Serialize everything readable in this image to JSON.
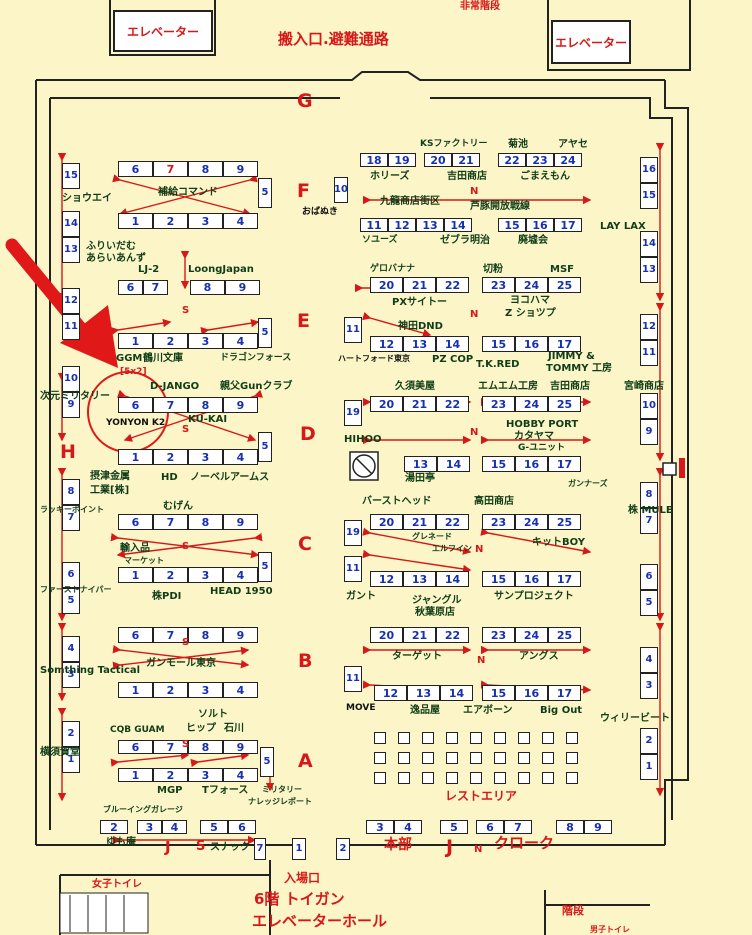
{
  "top": {
    "elevator_left": "エレベーター",
    "elevator_right": "エレベーター",
    "loading_route": "搬入口.避難通路",
    "emergency_stairs": "非常階段"
  },
  "aisles": [
    "G",
    "F",
    "E",
    "D",
    "C",
    "B",
    "A",
    "H",
    "J",
    "J",
    "S"
  ],
  "n_mark": "N",
  "circle_label": "YONYON K2",
  "circle_sub": "[5x2]",
  "labels": {
    "ks_factory": "KSファクトリー",
    "kikuchi": "菊池",
    "ayase": "アヤセ",
    "hollies": "ホリーズ",
    "yoshida1": "吉田商店",
    "gomaemon": "ごまえもん",
    "obahanuki": "おばぬき",
    "kuryu": "九龍商店街区",
    "ashiyoshi": "芦豚開放戦線",
    "soods": "ソユーズ",
    "zebra": "ゼブラ明治",
    "haiso": "廃墟会",
    "laylax": "LAY LAX",
    "shouei": "ショウエイ",
    "furiidamu": "ふりいだむ",
    "araianzu": "あらいあんず",
    "hokyu": "補給コマンド",
    "lj2": "LJ-2",
    "loongjapan": "LoongJapan",
    "gerobanabu": "ゲロバナナ",
    "kiriko": "切粉",
    "msf": "MSF",
    "pxsite": "PXサイトー",
    "yokohama": "ヨコハマ",
    "zshop": "Z ショツプ",
    "kanda": "神田DND",
    "hearts": "ハートフォード東京",
    "pzcop": "PZ COP",
    "tkred": "T.K.RED",
    "jimmy": "JIMMY &",
    "tommy": "TOMMY 工房",
    "ggm": "GGM",
    "tsurukawa": "鶴川文庫",
    "dragon": "ドラゴンフォース",
    "django": "D-JANGO",
    "oyaji": "親父Gunクラブ",
    "kukai": "KU-KAI",
    "jigen": "次元ミリタリー",
    "kusubi": "久須美屋",
    "emu": "エムエム工房",
    "yoshida2": "吉田商店",
    "miyazaki": "宮崎商店",
    "hihoo": "HIHOO",
    "hobby": "HOBBY PORT",
    "katayama": "カタヤマ",
    "yuta": "湯田亭",
    "gunit": "G-ユニット",
    "gunners": "ガンナーズ",
    "settsu": "摂津金属",
    "kogyo": "工業[株]",
    "hd": "HD",
    "noble": "ノーベルアームス",
    "lucky": "ラッキーポイント",
    "burst": "バーストヘッド",
    "takada": "高田商店",
    "mule": "株 MULE",
    "mukun": "むげん",
    "grenade": "グレネード",
    "elfin": "エルフイン",
    "kit": "キットBOY",
    "yunyuhin": "輸入品",
    "market": "マーケット",
    "gant": "ガント",
    "jungle": "ジャングル",
    "akiba": "秋葉原店",
    "sunproject": "サンプロジェクト",
    "kabu": "株PDI",
    "head": "HEAD 1950",
    "firstsniper": "ファーストナイパー",
    "gunmore": "ガンモール東京",
    "target": "ターゲット",
    "angus": "アングス",
    "something": "Somthing Tactical",
    "move": "MOVE",
    "ippin": "逸品屋",
    "airborne": "エアボーン",
    "bigout": "Big Out",
    "willy": "ウィリービート",
    "cqb": "CQB GUAM",
    "solt": "ソルト",
    "hip": "ヒップ",
    "ishikawa": "石川",
    "yokosuka": "横須賀堂",
    "mgp": "MGP",
    "tforce": "Tフォース",
    "military": "ミリタリー",
    "nalesh": "ナレッジレポート",
    "blueing": "ブルーイングガレージ",
    "yumoan": "ゆも庵",
    "snack": "スナック",
    "honbu": "本部",
    "cloak": "クローク",
    "rest": "レストエリア",
    "entrance": "入場口",
    "floor": "6階 トイガン",
    "elev_hall": "エレベーターホール",
    "women": "女子トイレ",
    "stairs": "階段",
    "men": "男子トイレ"
  },
  "colors": {
    "background": "#fbf5c8",
    "aisle_letter": "#d81818",
    "booth_number": "#1630b0",
    "label_text": "#103d18",
    "pointer_arrow": "#e01818"
  }
}
